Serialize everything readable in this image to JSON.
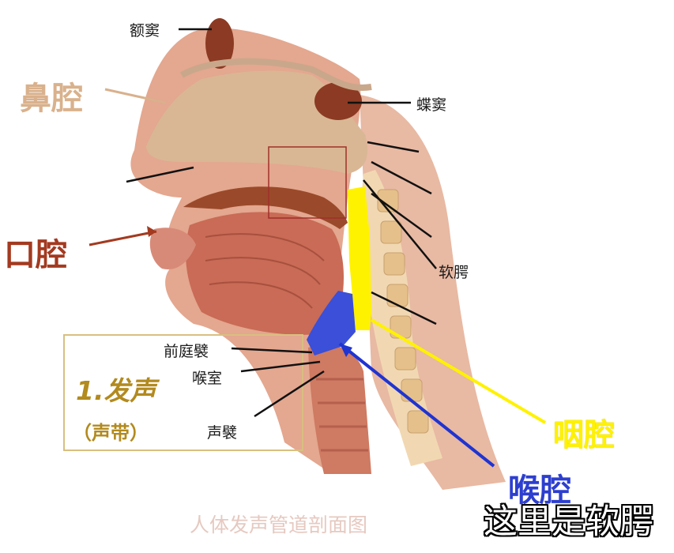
{
  "labels": {
    "frontal_sinus": "额窦",
    "nasal_cavity": "鼻腔",
    "sphenoid_sinus": "蝶窦",
    "oral_cavity": "口腔",
    "soft_palate": "软腭",
    "vestibular_fold": "前庭襞",
    "ventricle": "喉室",
    "vocal_fold": "声襞",
    "pharynx": "咽腔",
    "larynx": "喉腔"
  },
  "callout": {
    "heading": "1.发声",
    "subheading": "（声带）"
  },
  "subtitle": "人体发声管道剖面图",
  "caption": "这里是软腭",
  "colors": {
    "nasal_label": "#d9b18c",
    "oral_label": "#a33a20",
    "pharynx_highlight": "#fff200",
    "larynx_highlight": "#3b4fd8",
    "callout_text": "#b28a1e",
    "soft_palate_box": "#a0302a"
  }
}
